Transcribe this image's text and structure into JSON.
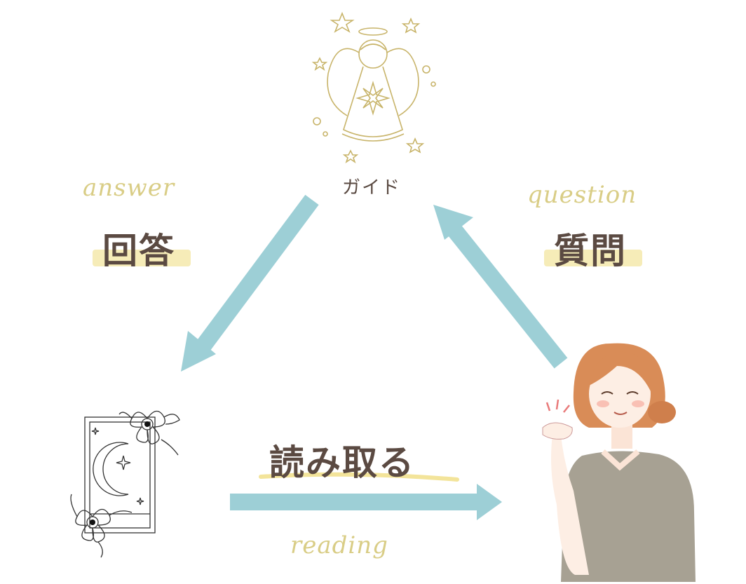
{
  "nodes": {
    "guide": {
      "label": "ガイド",
      "icon": "angel-icon"
    },
    "cards": {
      "icon": "tarot-card-icon"
    },
    "person": {
      "icon": "woman-icon"
    }
  },
  "edges": {
    "answer": {
      "script": "answer",
      "label": "回答"
    },
    "question": {
      "script": "question",
      "label": "質問"
    },
    "reading": {
      "script": "reading",
      "label": "読み取る"
    }
  },
  "colors": {
    "arrow": "#9dcfd6",
    "gold": "#c8b46a",
    "text": "#5a4a42",
    "highlight": "#f6ecb8",
    "script": "#d9cd86"
  }
}
